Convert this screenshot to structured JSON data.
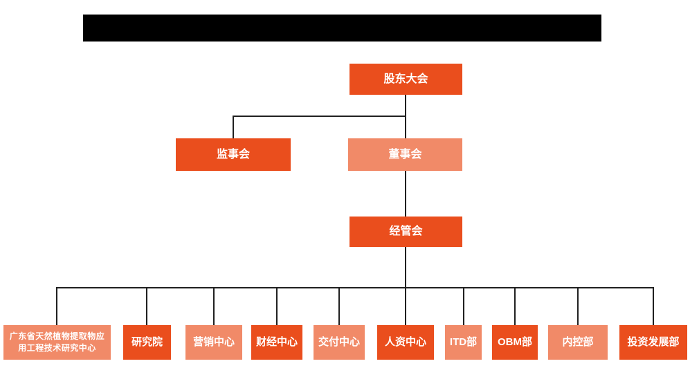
{
  "colors": {
    "primary_box": "#EA4E1D",
    "secondary_box": "#F18A68",
    "box_text": "#FFFFFF",
    "connector_line": "#1F1F1F",
    "redaction_bar": "#000000",
    "background": "#FFFFFF"
  },
  "org_chart": {
    "root": {
      "label": "股东大会"
    },
    "level2": [
      {
        "label": "监事会"
      },
      {
        "label": "董事会"
      }
    ],
    "level3": {
      "label": "经管会"
    },
    "departments": [
      {
        "label": "广东省天然植物提取物应用工程技术研究中心"
      },
      {
        "label": "研究院"
      },
      {
        "label": "营销中心"
      },
      {
        "label": "财经中心"
      },
      {
        "label": "交付中心"
      },
      {
        "label": "人资中心"
      },
      {
        "label": "ITD部"
      },
      {
        "label": "OBM部"
      },
      {
        "label": "内控部"
      },
      {
        "label": "投资发展部"
      }
    ]
  }
}
